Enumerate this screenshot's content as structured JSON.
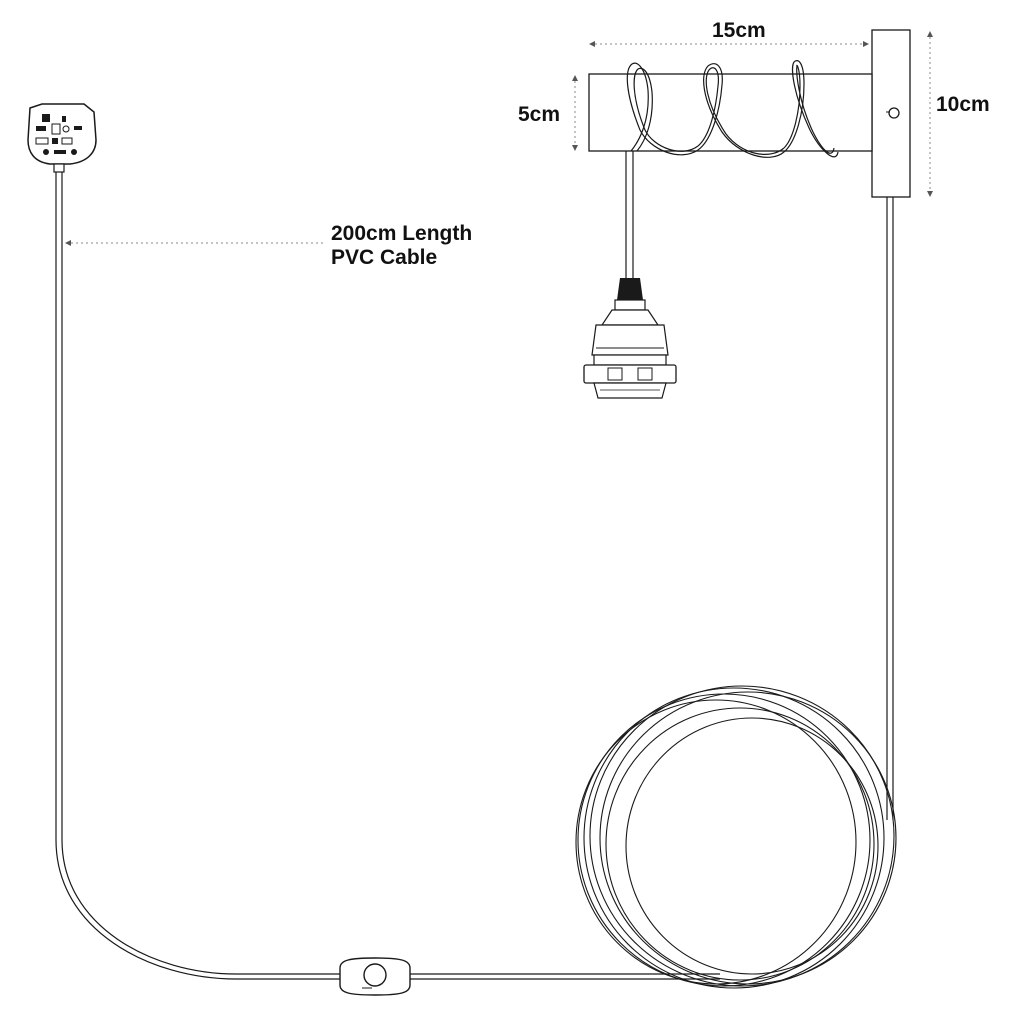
{
  "dimensions": {
    "width_label": "15cm",
    "diameter_label": "5cm",
    "plate_height_label": "10cm"
  },
  "cable_callout": {
    "line1": "200cm Length",
    "line2": "PVC Cable"
  },
  "colors": {
    "line": "#1a1a1a",
    "dim_line": "#888888",
    "background": "#ffffff"
  },
  "icons": {
    "plug": "uk-plug-icon",
    "switch": "inline-rotary-switch-icon",
    "holder": "e27-lampholder-icon"
  }
}
